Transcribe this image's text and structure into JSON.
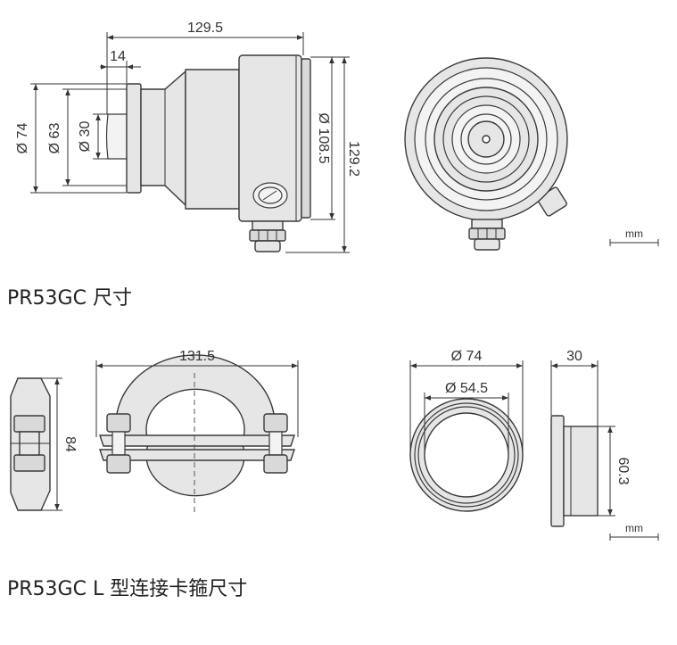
{
  "section1": {
    "caption": "PR53GC 尺寸",
    "dims": {
      "total_length": "129.5",
      "flange_thickness": "14",
      "d74": "Ø 74",
      "d63": "Ø 63",
      "d30": "Ø 30",
      "d108": "Ø 108.5",
      "height": "129.2"
    },
    "unit": "mm"
  },
  "section2": {
    "caption": "PR53GC L 型连接卡箍尺寸",
    "dims": {
      "clamp_width": "131.5",
      "clamp_thickness": "84",
      "ring_outer": "Ø 74",
      "ring_inner": "Ø 54.5",
      "ring_depth": "30",
      "ring_height": "60.3"
    },
    "unit": "mm"
  }
}
